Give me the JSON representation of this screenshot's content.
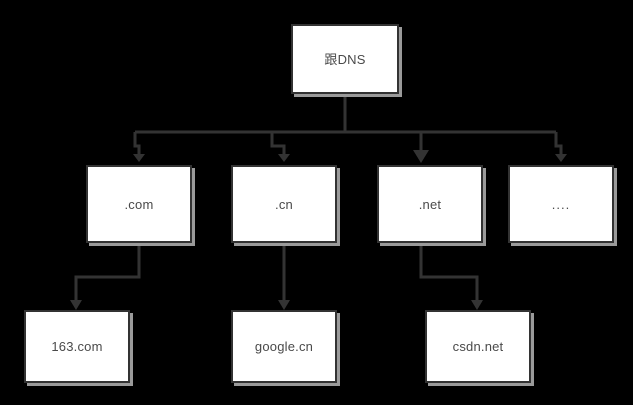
{
  "diagram": {
    "title_text": "跟DNS",
    "type": "tree",
    "background_color": "#000000",
    "box_fill_color": "#ffffff",
    "box_border_color": "#333333",
    "box_shadow_color": "#9a9a9a",
    "connector_color": "#333333",
    "label_color": "#4a4a4a",
    "nodes": {
      "root": {
        "label": "跟DNS",
        "level": 0
      },
      "com": {
        "label": ".com",
        "level": 1
      },
      "cn": {
        "label": ".cn",
        "level": 1
      },
      "net": {
        "label": ".net",
        "level": 1
      },
      "dots": {
        "label": "....",
        "level": 1
      },
      "host163": {
        "label": "163.com",
        "level": 2
      },
      "hostgoogle": {
        "label": "google.cn",
        "level": 2
      },
      "hostcsdn": {
        "label": "csdn.net",
        "level": 2
      }
    },
    "edges": [
      {
        "from": "root",
        "to": "com"
      },
      {
        "from": "root",
        "to": "cn"
      },
      {
        "from": "root",
        "to": "net"
      },
      {
        "from": "root",
        "to": "dots"
      },
      {
        "from": "com",
        "to": "host163"
      },
      {
        "from": "cn",
        "to": "hostgoogle"
      },
      {
        "from": "net",
        "to": "hostcsdn"
      }
    ]
  }
}
